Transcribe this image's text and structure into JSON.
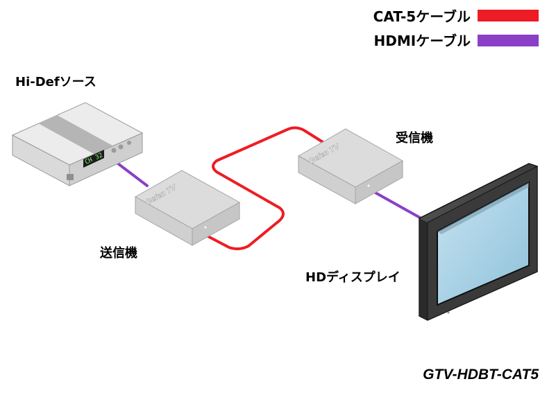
{
  "legend": {
    "items": [
      {
        "label": "CAT-5ケーブル",
        "color": "#ee1c24"
      },
      {
        "label": "HDMIケーブル",
        "color": "#8b3fc7"
      }
    ]
  },
  "nodes": {
    "source": {
      "label": "Hi-Defソース",
      "display": "CH 32"
    },
    "transmitter": {
      "label": "送信機",
      "brand": "Gefen TV"
    },
    "receiver": {
      "label": "受信機",
      "brand": "Gefen TV"
    },
    "display": {
      "label": "HDディスプレイ"
    }
  },
  "model": "GTV-HDBT-CAT5",
  "colors": {
    "cat5": "#ee1c24",
    "hdmi": "#8b3fc7",
    "screen": "#a9d2e6",
    "box": "#d6d6d6"
  }
}
